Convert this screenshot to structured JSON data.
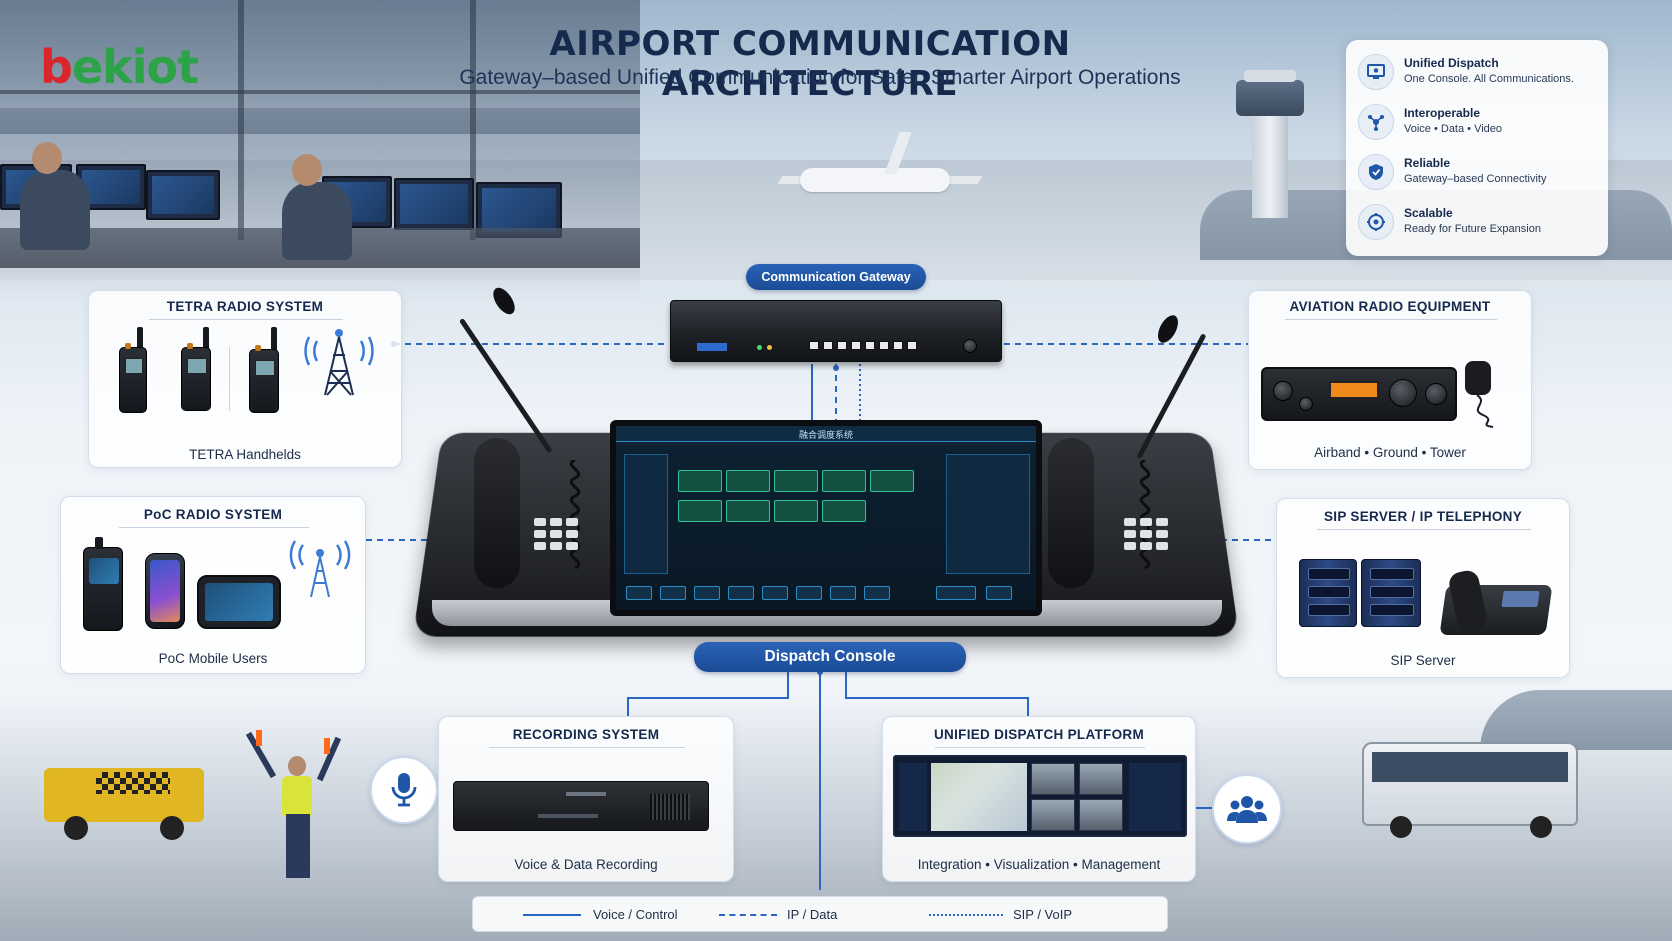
{
  "logo": {
    "text_b": "b",
    "text_rest": "ekiot"
  },
  "header": {
    "title": "AIRPORT COMMUNICATION ARCHITECTURE",
    "subtitle": "Gateway–based Unified Communication for Safer, Smarter Airport Operations"
  },
  "features": [
    {
      "icon": "monitor-icon",
      "title": "Unified Dispatch",
      "desc": "One Console. All Communications."
    },
    {
      "icon": "network-icon",
      "title": "Interoperable",
      "desc": "Voice • Data • Video"
    },
    {
      "icon": "shield-icon",
      "title": "Reliable",
      "desc": "Gateway–based Connectivity"
    },
    {
      "icon": "expand-icon",
      "title": "Scalable",
      "desc": "Ready for Future Expansion"
    }
  ],
  "gateway": {
    "label": "Communication Gateway"
  },
  "console": {
    "label": "Dispatch Console",
    "screen_title": "融合调度系统"
  },
  "panels": {
    "tetra": {
      "title": "TETRA RADIO SYSTEM",
      "caption": "TETRA Handhelds"
    },
    "poc": {
      "title": "PoC RADIO SYSTEM",
      "caption": "PoC Mobile Users"
    },
    "aviation": {
      "title": "AVIATION RADIO EQUIPMENT",
      "caption": "Airband • Ground • Tower"
    },
    "sip": {
      "title": "SIP SERVER / IP TELEPHONY",
      "caption": "SIP Server"
    },
    "recording": {
      "title": "RECORDING SYSTEM",
      "caption": "Voice & Data Recording"
    },
    "platform": {
      "title": "UNIFIED DISPATCH PLATFORM",
      "caption": "Integration • Visualization • Management"
    }
  },
  "legend": [
    {
      "style": "solid",
      "label": "Voice / Control"
    },
    {
      "style": "dashed",
      "label": "IP / Data"
    },
    {
      "style": "dotted",
      "label": "SIP / VoIP"
    }
  ],
  "colors": {
    "accent": "#1f56a8",
    "line": "#2a66c2",
    "title": "#15294d",
    "logo_green": "#2ba346",
    "logo_red": "#d9262c"
  }
}
